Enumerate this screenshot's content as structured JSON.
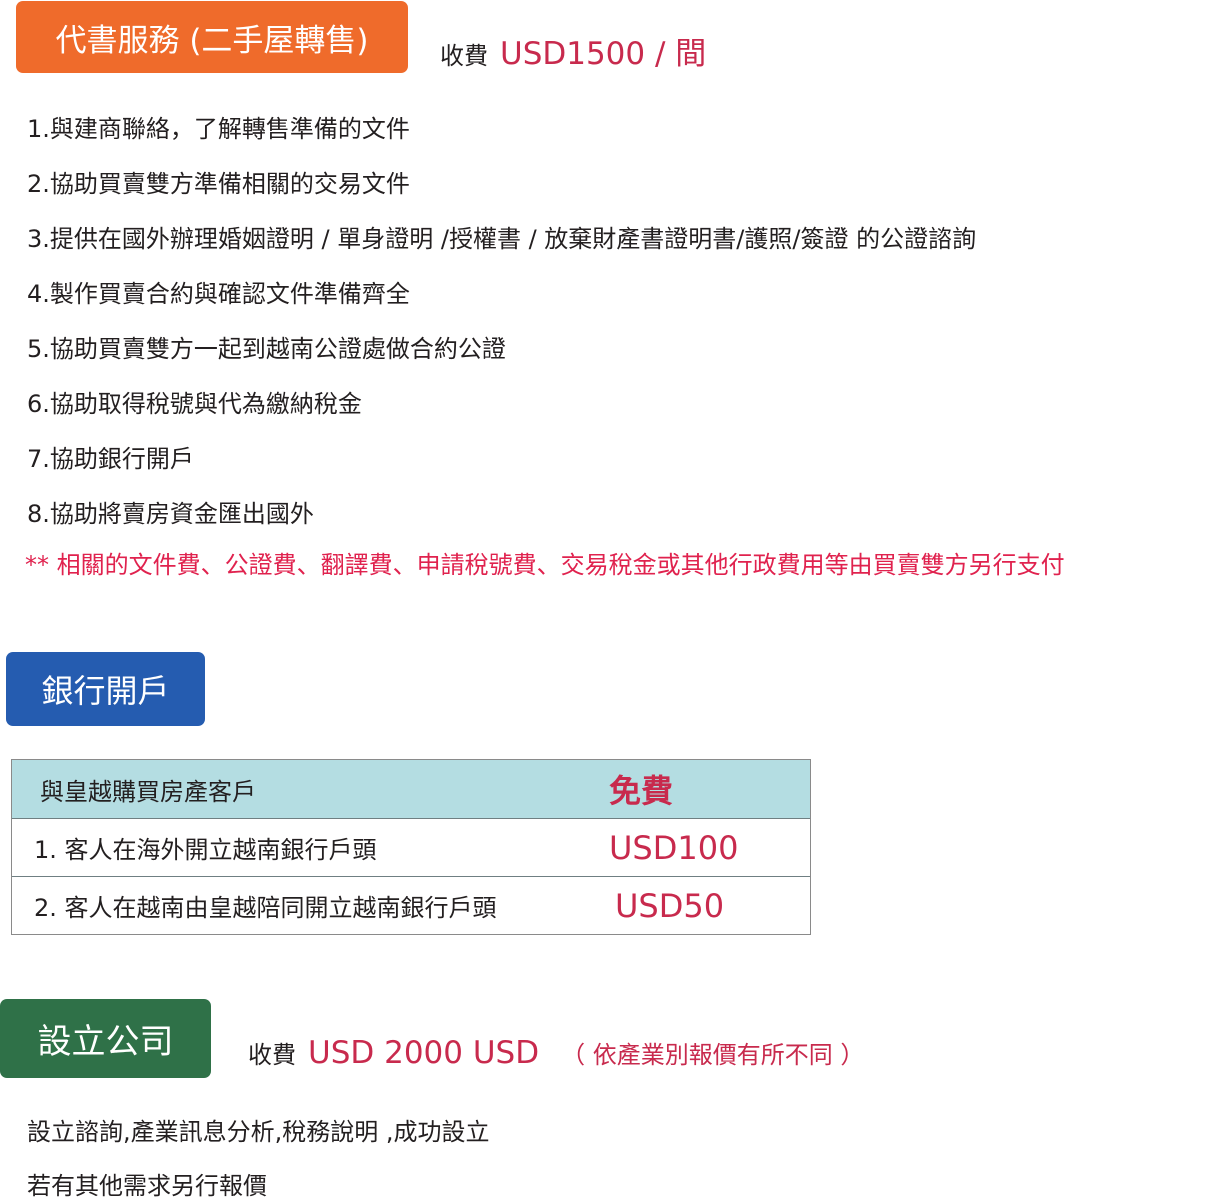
{
  "resale": {
    "heading": "代書服務 (二手屋轉售)",
    "fee_label": "收費",
    "fee_amount": "USD1500 / 間",
    "items": [
      "1.與建商聯絡，了解轉售準備的文件",
      "2.協助買賣雙方準備相關的交易文件",
      "3.提供在國外辦理婚姻證明 / 單身證明 /授權書 / 放棄財產書證明書/護照/簽證 的公證諮詢",
      "4.製作買賣合約與確認文件準備齊全",
      "5.協助買賣雙方一起到越南公證處做合約公證",
      "6.協助取得稅號與代為繳納稅金",
      "7.協助銀行開戶",
      "8.協助將賣房資金匯出國外"
    ],
    "note": "** 相關的文件費、公證費、翻譯費、申請稅號費、交易稅金或其他行政費用等由買賣雙方另行支付"
  },
  "bank": {
    "heading": "銀行開戶",
    "table": {
      "header": {
        "label": "與皇越購買房產客戶",
        "price": "免費"
      },
      "rows": [
        {
          "label": "1. 客人在海外開立越南銀行戶頭",
          "price": "USD100"
        },
        {
          "label": "2. 客人在越南由皇越陪同開立越南銀行戶頭",
          "price": "USD50"
        }
      ]
    }
  },
  "company": {
    "heading": "設立公司",
    "fee_label": "收費",
    "fee_amount": "USD 2000 USD",
    "fee_note": "（ 依產業別報價有所不同 ）",
    "lines": [
      "設立諮詢,產業訊息分析,稅務說明 ,成功設立",
      "若有其他需求另行報價"
    ]
  },
  "colors": {
    "orange": "#ef6b2b",
    "blue": "#255cb0",
    "green": "#2f7148",
    "price_red": "#c82a4d",
    "note_red": "#e0224e",
    "table_header_bg": "#b4dde2"
  }
}
